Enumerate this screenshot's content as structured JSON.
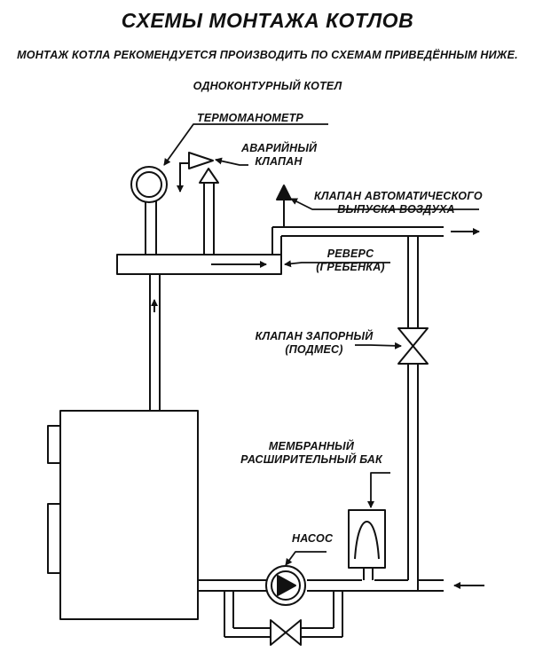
{
  "title": "СХЕМЫ МОНТАЖА КОТЛОВ",
  "subtitle": "МОНТАЖ КОТЛА РЕКОМЕНДУЕТСЯ ПРОИЗВОДИТЬ ПО СХЕМАМ ПРИВЕДЁННЫМ НИЖЕ.",
  "scheme_name": "ОДНОКОНТУРНЫЙ КОТЕЛ",
  "labels": {
    "thermomanometer": "ТЕРМОМАНОМЕТР",
    "emergency_valve_1": "АВАРИЙНЫЙ",
    "emergency_valve_2": "КЛАПАН",
    "air_valve_1": "КЛАПАН АВТОМАТИЧЕСКОГО",
    "air_valve_2": "ВЫПУСКА ВОЗДУХА",
    "manifold_1": "РЕВЕРС",
    "manifold_2": "(ГРЕБЕНКА)",
    "shutoff_1": "КЛАПАН ЗАПОРНЫЙ",
    "shutoff_2": "(ПОДМЕС)",
    "tank_1": "МЕМБРАННЫЙ",
    "tank_2": "РАСШИРИТЕЛЬНЫЙ БАК",
    "pump": "НАСОС"
  }
}
